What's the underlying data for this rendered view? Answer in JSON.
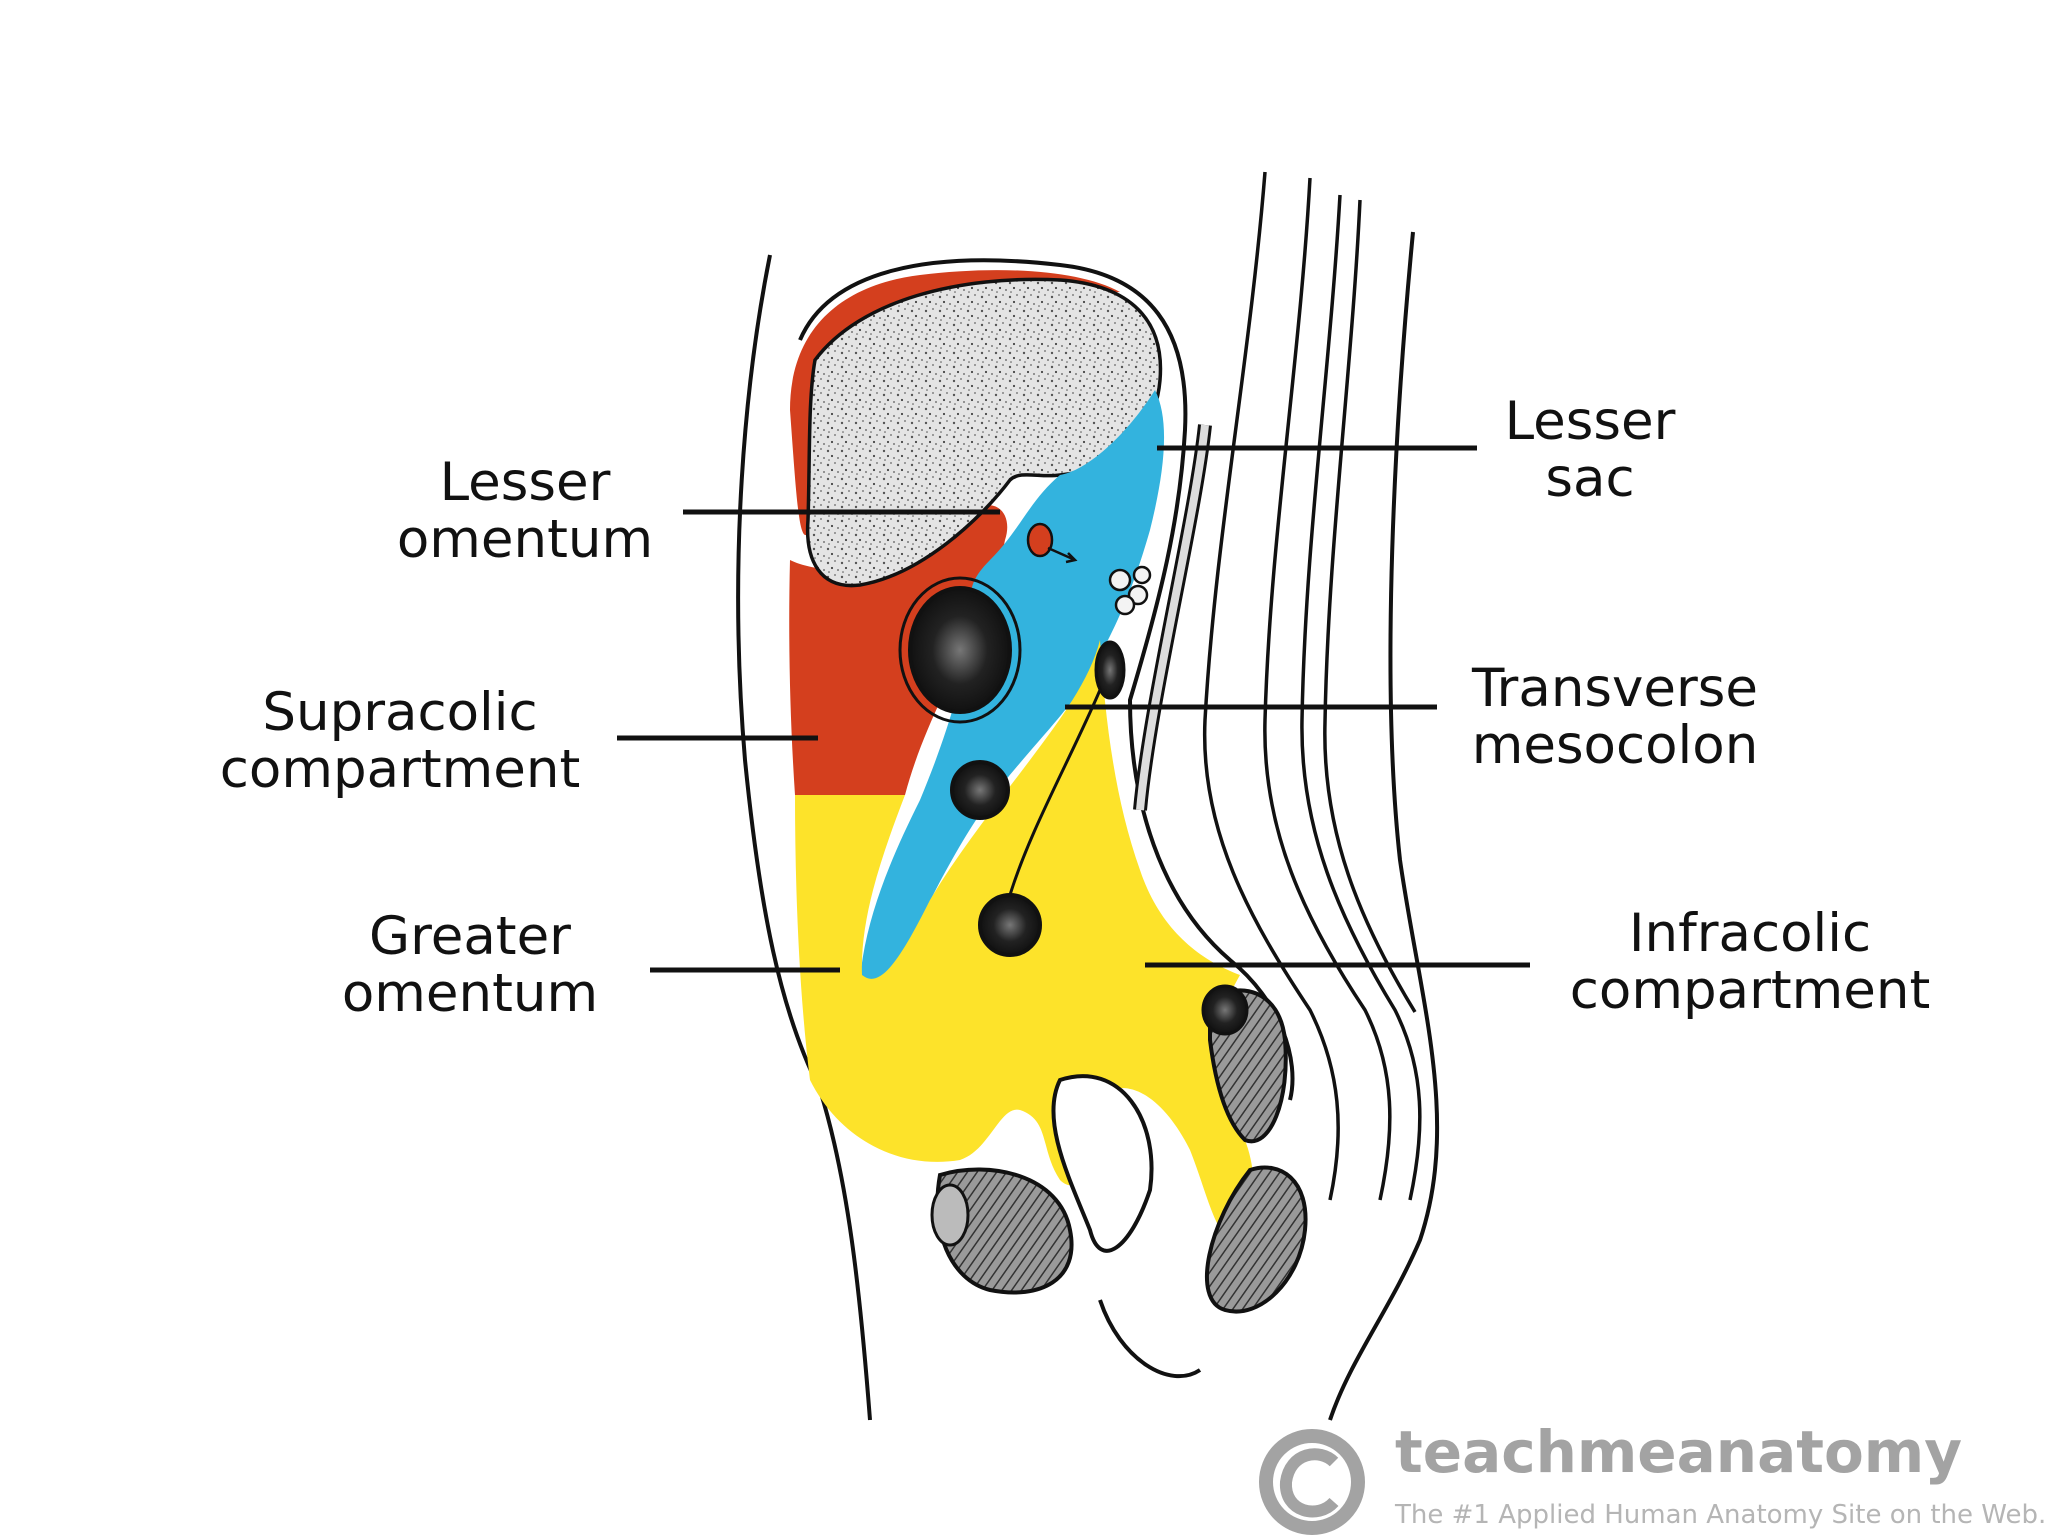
{
  "colors": {
    "supracolic": "#d43f1e",
    "infracolic": "#fde32a",
    "lesser_sac": "#33b3de",
    "liver": "#d8d8d8",
    "outline": "#111111",
    "watermark": "#a3a3a3"
  },
  "labels": {
    "lesser_omentum": [
      "Lesser",
      "omentum"
    ],
    "supracolic": [
      "Supracolic",
      "compartment"
    ],
    "greater_omentum": [
      "Greater",
      "omentum"
    ],
    "lesser_sac": [
      "Lesser",
      "sac"
    ],
    "transverse_mesocolon": [
      "Transverse",
      "mesocolon"
    ],
    "infracolic": [
      "Infracolic",
      "compartment"
    ]
  },
  "watermark": {
    "brand": "teachmeanatomy",
    "tagline": "The #1 Applied Human Anatomy Site on the Web.",
    "icon": "copyright-icon"
  }
}
